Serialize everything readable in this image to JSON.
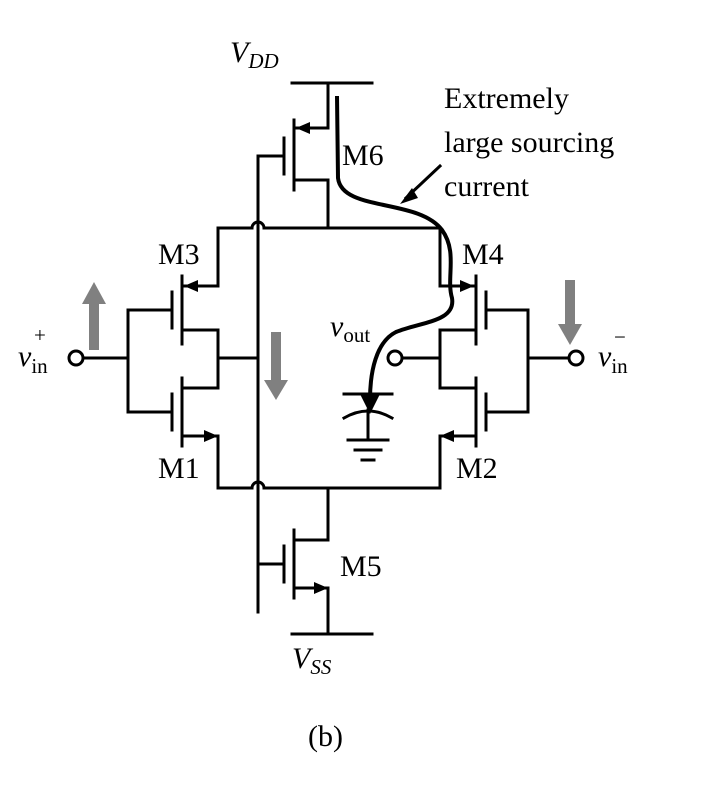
{
  "labels": {
    "vdd_main": "V",
    "vdd_sub": "DD",
    "vss_main": "V",
    "vss_sub": "SS",
    "m1": "M1",
    "m2": "M2",
    "m3": "M3",
    "m4": "M4",
    "m5": "M5",
    "m6": "M6",
    "vin_plus_main": "v",
    "vin_plus_sub": "in",
    "vin_plus_sup": "+",
    "vin_minus_main": "v",
    "vin_minus_sub": "in",
    "vin_minus_sup": "−",
    "vout_main": "v",
    "vout_sub": "out",
    "annotation_line1": "Extremely",
    "annotation_line2": "large sourcing",
    "annotation_line3": "current",
    "caption": "(b)"
  },
  "colors": {
    "wire": "#000000",
    "signal_arrow": "#808080",
    "current_path": "#000000"
  }
}
